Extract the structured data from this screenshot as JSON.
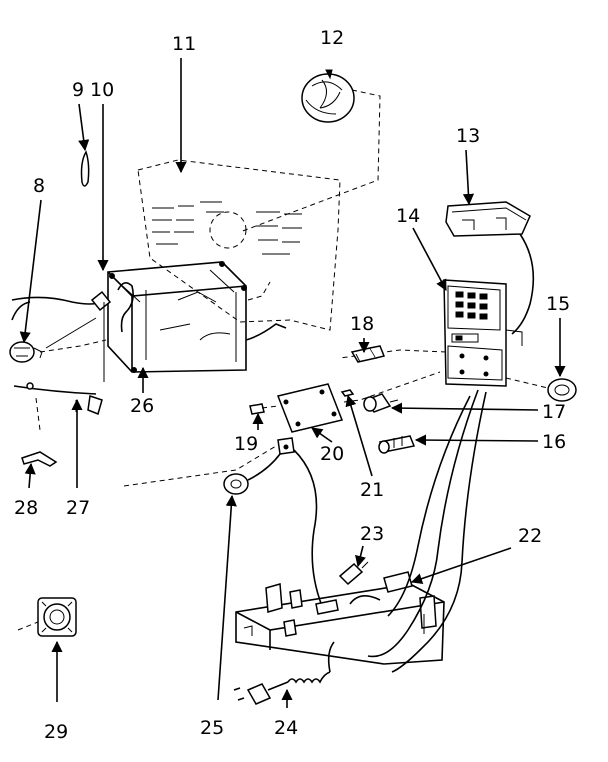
{
  "diagram": {
    "callouts": {
      "c8": "8",
      "c9": "9",
      "c10": "10",
      "c11": "11",
      "c12": "12",
      "c13": "13",
      "c14": "14",
      "c15": "15",
      "c16": "16",
      "c17": "17",
      "c18": "18",
      "c19": "19",
      "c20": "20",
      "c21": "21",
      "c22": "22",
      "c23": "23",
      "c24": "24",
      "c25": "25",
      "c26": "26",
      "c27": "27",
      "c28": "28",
      "c29": "29"
    }
  }
}
